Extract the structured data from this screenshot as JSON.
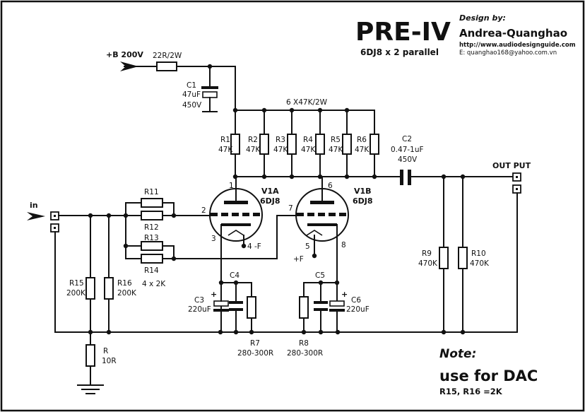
{
  "header": {
    "title": "PRE-IV",
    "subtitle": "6DJ8 x 2  parallel",
    "design_by": "Design by:",
    "author": "Andrea-Quanghao",
    "website": "http://www.audiodesignguide.com",
    "email": "E: quanghao168@yahoo.com.vn"
  },
  "supply": {
    "label": "+B 200V",
    "resistor": "22R/2W"
  },
  "c1": {
    "name": "C1",
    "value": "47uF",
    "voltage": "450V"
  },
  "plate_resistors": {
    "header": "6 X47K/2W",
    "items": [
      {
        "name": "R1",
        "value": "47K"
      },
      {
        "name": "R2",
        "value": "47K"
      },
      {
        "name": "R3",
        "value": "47K"
      },
      {
        "name": "R4",
        "value": "47K"
      },
      {
        "name": "R5",
        "value": "47K"
      },
      {
        "name": "R6",
        "value": "47K"
      }
    ]
  },
  "c2": {
    "name": "C2",
    "value": "0.47-1uF",
    "voltage": "450V"
  },
  "output": {
    "label": "OUT PUT"
  },
  "input": {
    "label": "in"
  },
  "grid_resistors": {
    "r11": "R11",
    "r12": "R12",
    "r13": "R13",
    "r14": "R14",
    "note": "4 x 2K"
  },
  "tubes": {
    "v1a": {
      "name": "V1A",
      "type": "6DJ8",
      "pins": {
        "plate": "1",
        "grid": "2",
        "cathode": "3",
        "heater": "4 -F"
      }
    },
    "v1b": {
      "name": "V1B",
      "type": "6DJ8",
      "pins": {
        "plate": "6",
        "grid": "7",
        "cathode": "8",
        "heater": "5",
        "heater_label": "+F"
      }
    }
  },
  "input_resistors": {
    "r15": {
      "name": "R15",
      "value": "200K"
    },
    "r16": {
      "name": "R16",
      "value": "200K"
    },
    "r": {
      "name": "R",
      "value": "10R"
    }
  },
  "cathode_left": {
    "c3": {
      "name": "C3",
      "value": "220uF"
    },
    "c4": {
      "name": "C4"
    },
    "r7": {
      "name": "R7",
      "value": "280-300R"
    }
  },
  "cathode_right": {
    "c5": {
      "name": "C5"
    },
    "c6": {
      "name": "C6",
      "value": "220uF"
    },
    "r8": {
      "name": "R8",
      "value": "280-300R"
    }
  },
  "output_resistors": {
    "r9": {
      "name": "R9",
      "value": "470K"
    },
    "r10": {
      "name": "R10",
      "value": "470K"
    }
  },
  "notes": {
    "heading": "Note:",
    "main": "use for DAC",
    "detail": "R15, R16 =2K"
  }
}
